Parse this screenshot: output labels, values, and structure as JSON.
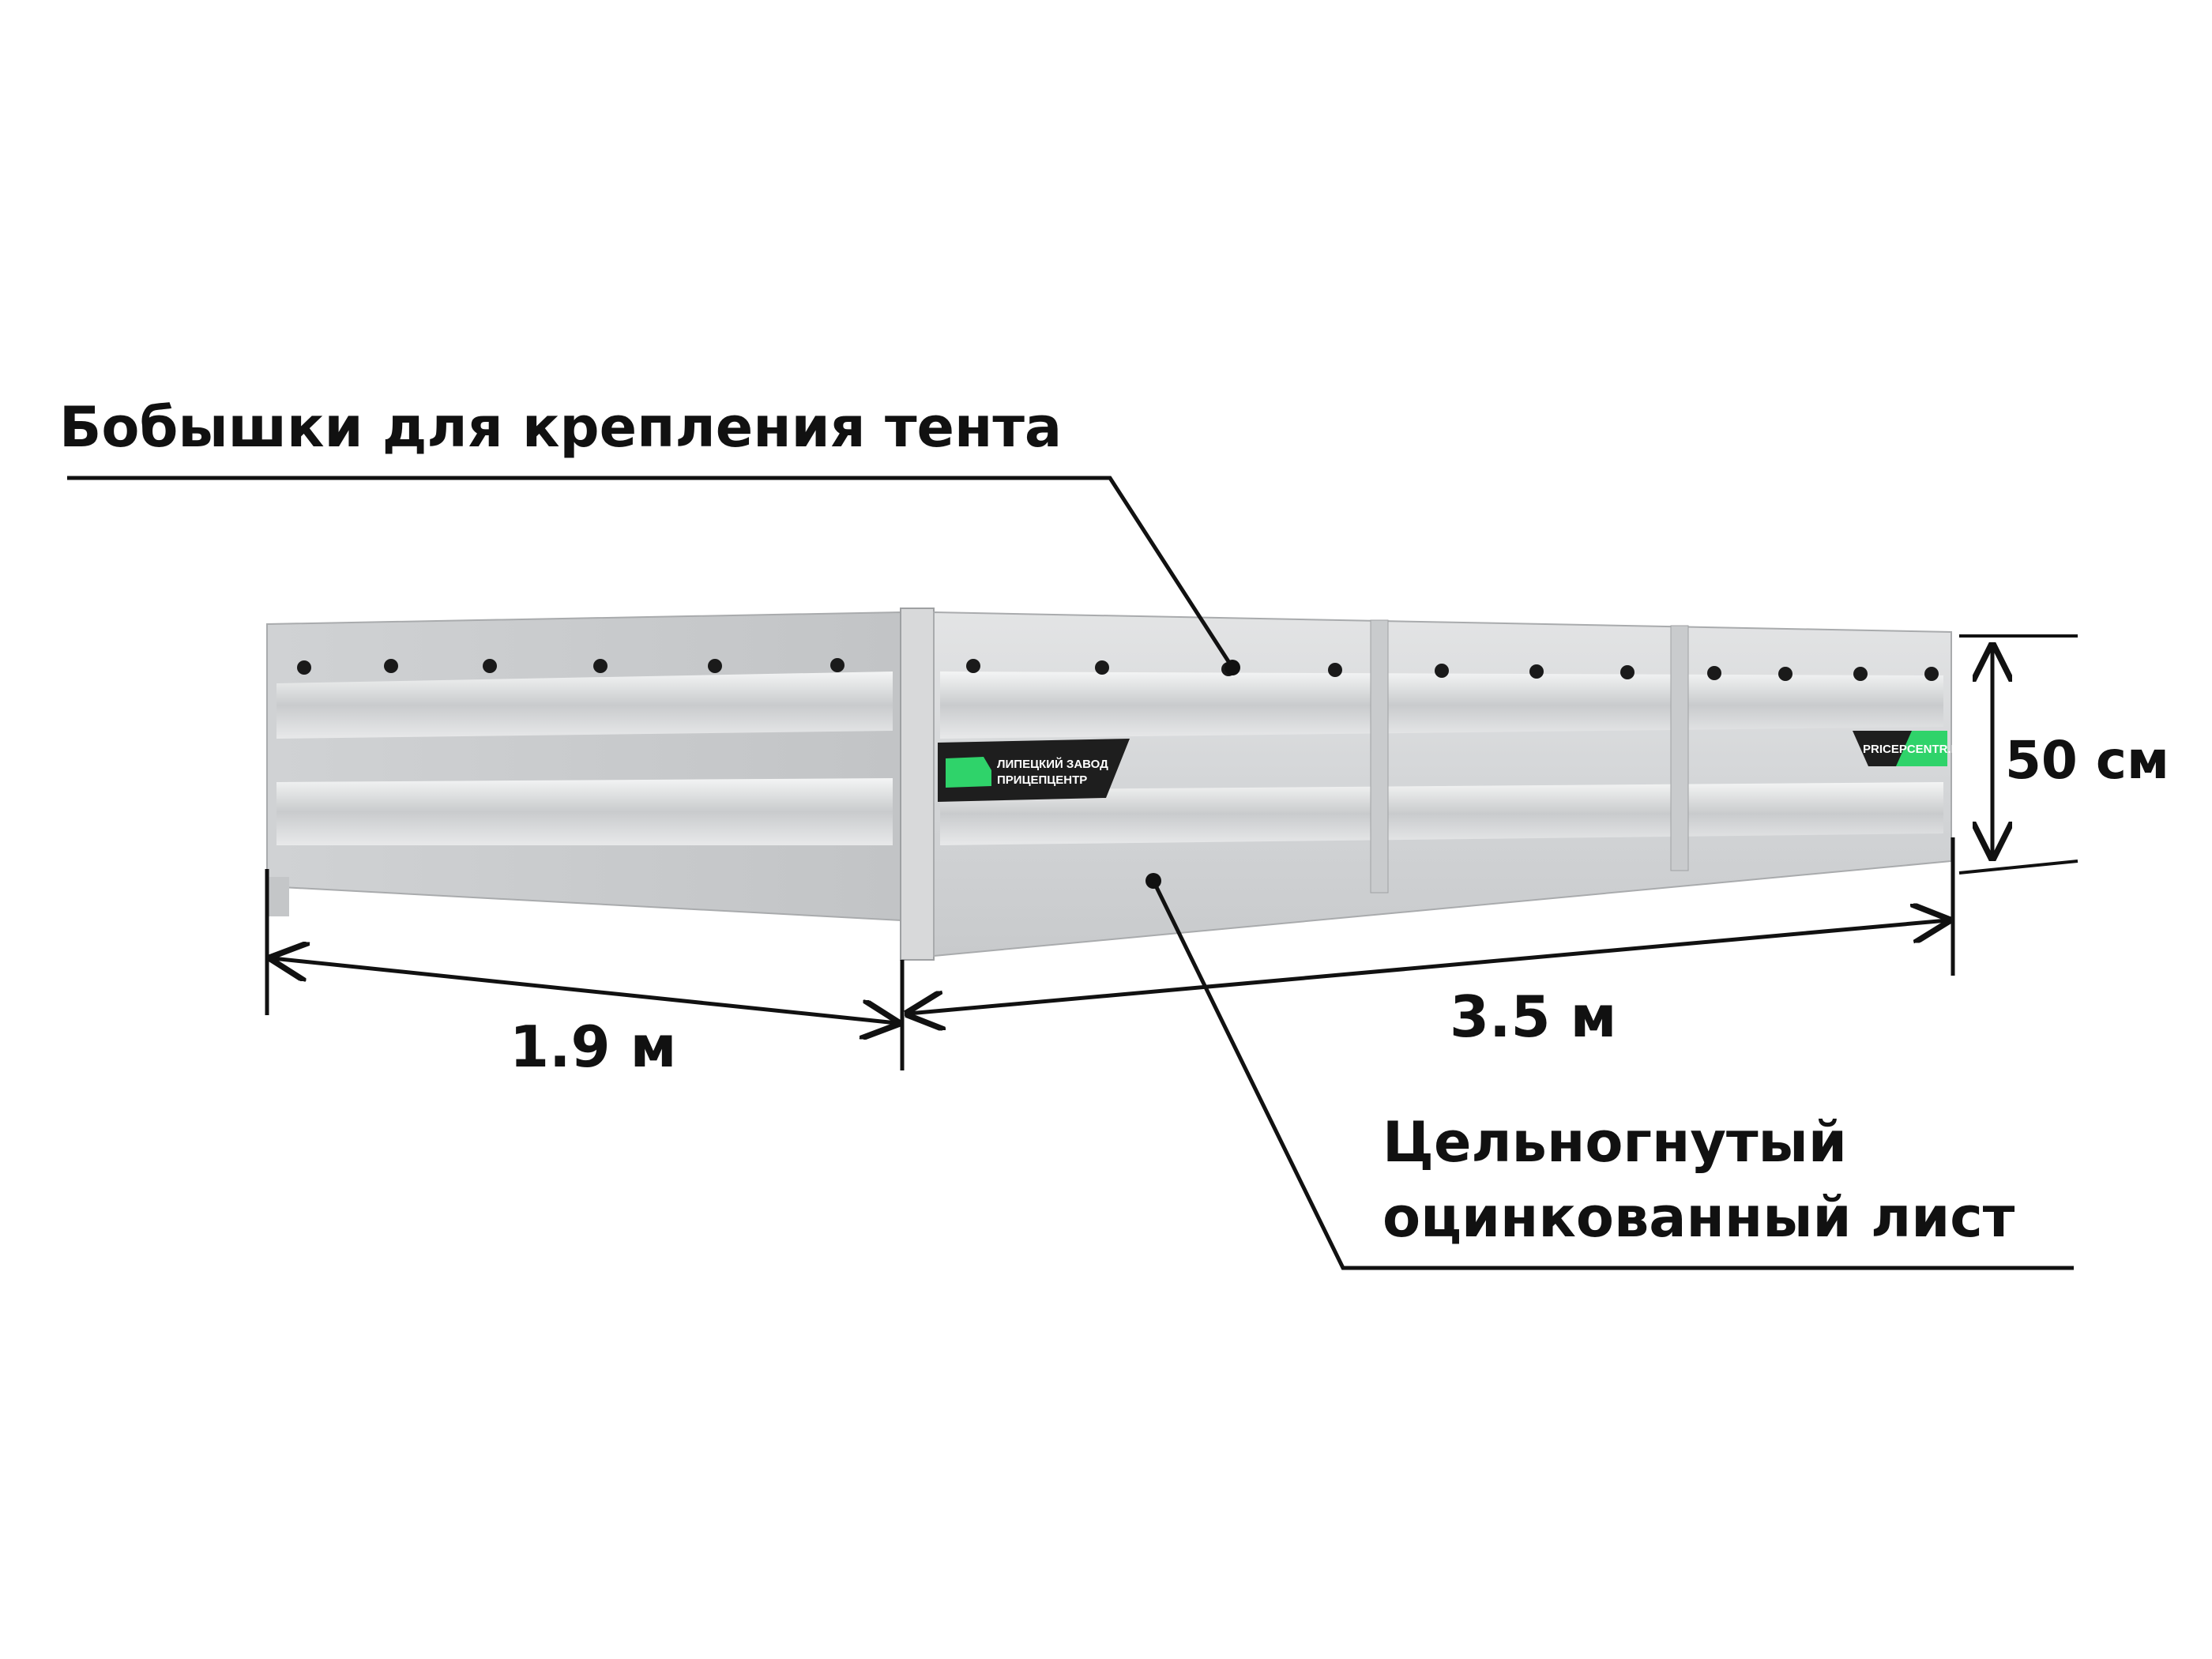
{
  "labels": {
    "bosses_callout": "Бобышки для крепления тента",
    "sheet_callout_line1": "Цельногнутый",
    "sheet_callout_line2": "оцинкованный лист",
    "width_dim": "1.9 м",
    "length_dim": "3.5 м",
    "height_dim": "50 см"
  },
  "logos": {
    "factory_line1": "ЛИПЕЦКИЙ ЗАВОД",
    "factory_line2": "ПРИЦЕПЦЕНТР",
    "site": "PRICEPCENTR.RU"
  },
  "colors": {
    "accent_green": "#2fd36a",
    "badge_dark": "#1e1e1e",
    "metal_light": "#dcdddd",
    "metal_shadow": "#b9bbbd",
    "bolt": "#1a1a1a",
    "text": "#111111"
  }
}
